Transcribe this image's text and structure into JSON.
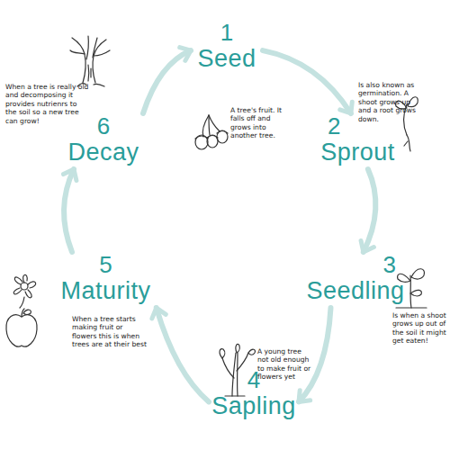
{
  "diagram": {
    "nodes": [
      {
        "text": [
          "1",
          "Seed",
          "A tree's fruit. It falls off and grows into another tree."
        ]
      },
      {
        "text": [
          "2",
          "Sprout",
          "Is also known as germination. A shoot grows up and a root grows down."
        ]
      },
      {
        "text": [
          "3",
          "Seedling",
          "Is when a shoot grows up out of the soil it might get eaten!"
        ]
      },
      {
        "text": [
          "4",
          "Sapling",
          "A young tree not old enough to make fruit or flowers yet"
        ]
      },
      {
        "text": [
          "5",
          "Maturity",
          "When a tree starts making fruit or flowers this is when trees are at their best"
        ]
      },
      {
        "text": [
          "6",
          "Decay",
          "When a tree is really old and decomposing it provides nutrienrs to the soil so a new tree can grow!"
        ]
      }
    ],
    "edges": [
      {
        "from": 0,
        "to": 1,
        "arrow": "to"
      },
      {
        "from": 1,
        "to": 2,
        "arrow": "to"
      },
      {
        "from": 2,
        "to": 3,
        "arrow": "to"
      },
      {
        "from": 3,
        "to": 4,
        "arrow": "to"
      },
      {
        "from": 4,
        "to": 5,
        "arrow": "to"
      },
      {
        "from": 5,
        "to": 0,
        "arrow": "to"
      }
    ]
  }
}
